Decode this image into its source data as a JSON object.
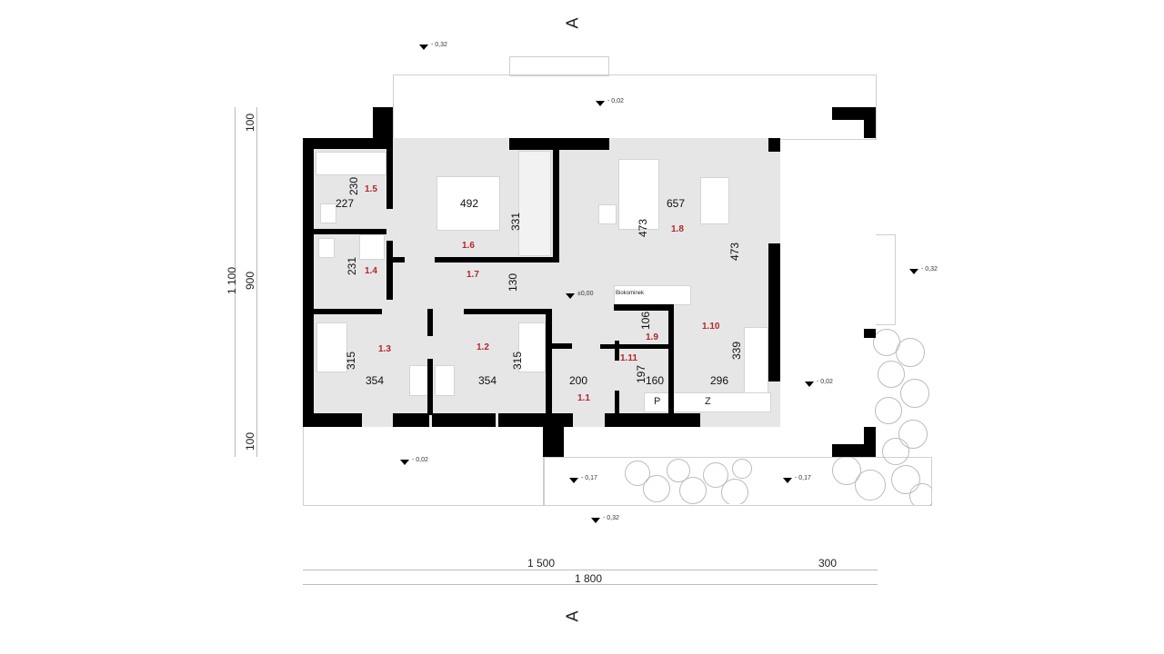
{
  "section_marks": {
    "top": "A",
    "bottom": "A"
  },
  "dimensions": {
    "left_total": "1 100",
    "left_top": "100",
    "left_middle": "900",
    "left_bottom": "100",
    "bottom_main": "1 500",
    "bottom_terrace": "300",
    "bottom_total": "1 800"
  },
  "levels": [
    "- 0,32",
    "- 0,02",
    "- 0,32",
    "±0,00",
    "- 0,02",
    "- 0,02",
    "- 0,17",
    "- 0,17",
    "- 0,32"
  ],
  "rooms": [
    "1.1",
    "1.2",
    "1.3",
    "1.4",
    "1.5",
    "1.6",
    "1.7",
    "1.8",
    "1.9",
    "1.10",
    "1.11"
  ],
  "room_dims": [
    "230",
    "227",
    "492",
    "331",
    "657",
    "473",
    "473",
    "231",
    "130",
    "106",
    "339",
    "315",
    "354",
    "315",
    "354",
    "200",
    "197",
    "160",
    "296"
  ],
  "annotations": {
    "chimney": "Biokominek",
    "fridge": "P",
    "sink": "Z"
  }
}
